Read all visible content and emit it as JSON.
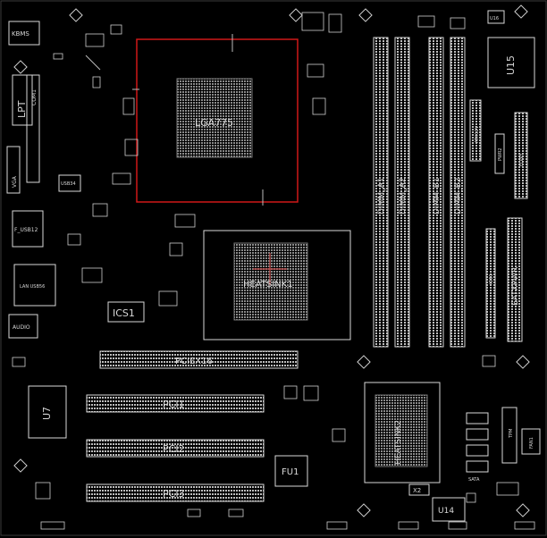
{
  "labels": {
    "kbms": "KBMS",
    "lpt": "LPT",
    "com1": "COM1",
    "vga": "VGA",
    "usb34": "USB34",
    "f_usb12": "F_USB12",
    "lan_usb": "LAN USB56",
    "audio": "AUDIO",
    "ics1": "ICS1",
    "u7": "U7",
    "lga775": "LGA775",
    "heatsink1": "HEATSINK1",
    "heatsink2": "HEATSINK2",
    "pciex16": "PCIEX16",
    "pci1": "PCI1",
    "pci2": "PCI2",
    "pci3": "PCI3",
    "fu1": "FU1",
    "x2": "X2",
    "u14": "U14",
    "u15": "U15",
    "u16": "U16",
    "dimm_a1": "DIMM_A1",
    "dimm_a2": "DIMM_A2",
    "dimm_b1": "DIMM_B1",
    "dimm_b2": "DIMM_B2",
    "eatxpwr": "EATXPWR",
    "atx12v": "ATX12V",
    "pwr2": "PWR2",
    "flppy": "FLPPY",
    "sata": "SATA",
    "ide1": "IDE1",
    "tpm": "TPM",
    "fan1": "FAN1"
  },
  "colors": {
    "background": "#000000",
    "outline": "#d8d8d8",
    "cpu_socket": "#d01818",
    "heatsink_mark": "#c04848",
    "pad_grid": "#8a8a8a"
  }
}
